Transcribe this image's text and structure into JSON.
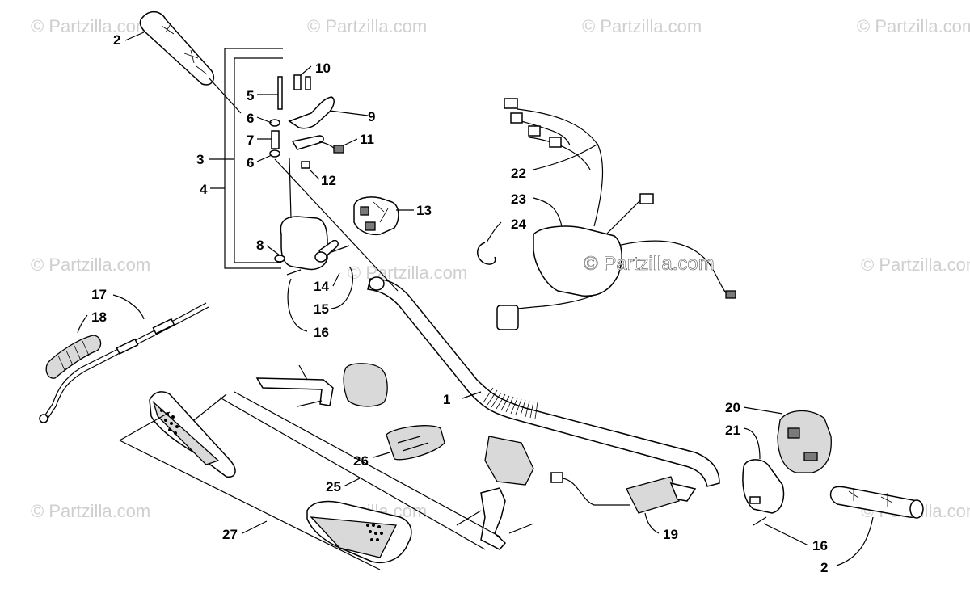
{
  "watermark": {
    "text": "© Partzilla.com"
  },
  "callouts": [
    {
      "id": "c1",
      "label": "1"
    },
    {
      "id": "c2a",
      "label": "2"
    },
    {
      "id": "c2b",
      "label": "2"
    },
    {
      "id": "c3",
      "label": "3"
    },
    {
      "id": "c4",
      "label": "4"
    },
    {
      "id": "c5",
      "label": "5"
    },
    {
      "id": "c6a",
      "label": "6"
    },
    {
      "id": "c6b",
      "label": "6"
    },
    {
      "id": "c7",
      "label": "7"
    },
    {
      "id": "c8",
      "label": "8"
    },
    {
      "id": "c9",
      "label": "9"
    },
    {
      "id": "c10",
      "label": "10"
    },
    {
      "id": "c11",
      "label": "11"
    },
    {
      "id": "c12",
      "label": "12"
    },
    {
      "id": "c13",
      "label": "13"
    },
    {
      "id": "c14",
      "label": "14"
    },
    {
      "id": "c15",
      "label": "15"
    },
    {
      "id": "c16a",
      "label": "16"
    },
    {
      "id": "c16b",
      "label": "16"
    },
    {
      "id": "c17",
      "label": "17"
    },
    {
      "id": "c18",
      "label": "18"
    },
    {
      "id": "c19",
      "label": "19"
    },
    {
      "id": "c20",
      "label": "20"
    },
    {
      "id": "c21",
      "label": "21"
    },
    {
      "id": "c22",
      "label": "22"
    },
    {
      "id": "c23",
      "label": "23"
    },
    {
      "id": "c24",
      "label": "24"
    },
    {
      "id": "c25",
      "label": "25"
    },
    {
      "id": "c26",
      "label": "26"
    },
    {
      "id": "c27",
      "label": "27"
    }
  ]
}
